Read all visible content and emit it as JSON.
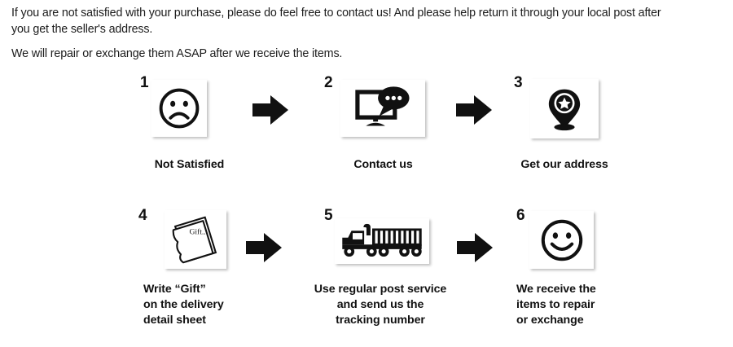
{
  "intro": {
    "paragraph_1_line_1": "If you are not satisfied with your purchase, please do feel free to contact us! And please help return it through your local post after",
    "paragraph_1_line_2": "you get the seller's address.",
    "paragraph_2": "We will repair or exchange them ASAP after we receive the items."
  },
  "steps": [
    {
      "number": "1",
      "icon": "sad-face-icon",
      "caption": "Not Satisfied"
    },
    {
      "number": "2",
      "icon": "monitor-chat-icon",
      "caption": "Contact us"
    },
    {
      "number": "3",
      "icon": "map-pin-star-icon",
      "caption": "Get our address"
    },
    {
      "number": "4",
      "icon": "gift-label-paper-icon",
      "caption": "Write  “Gift”\non the delivery\ndetail sheet"
    },
    {
      "number": "5",
      "icon": "delivery-truck-icon",
      "caption": "Use regular post service\nand send us the\ntracking number"
    },
    {
      "number": "6",
      "icon": "smiley-face-icon",
      "caption": "We receive the\nitems to repair\nor exchange"
    }
  ],
  "arrows": [
    {
      "name": "arrow-1-to-2"
    },
    {
      "name": "arrow-2-to-3"
    },
    {
      "name": "arrow-4-to-5"
    },
    {
      "name": "arrow-5-to-6"
    }
  ],
  "colors": {
    "ink": "#111111",
    "background": "#ffffff",
    "body_text": "#1c1c1c"
  }
}
